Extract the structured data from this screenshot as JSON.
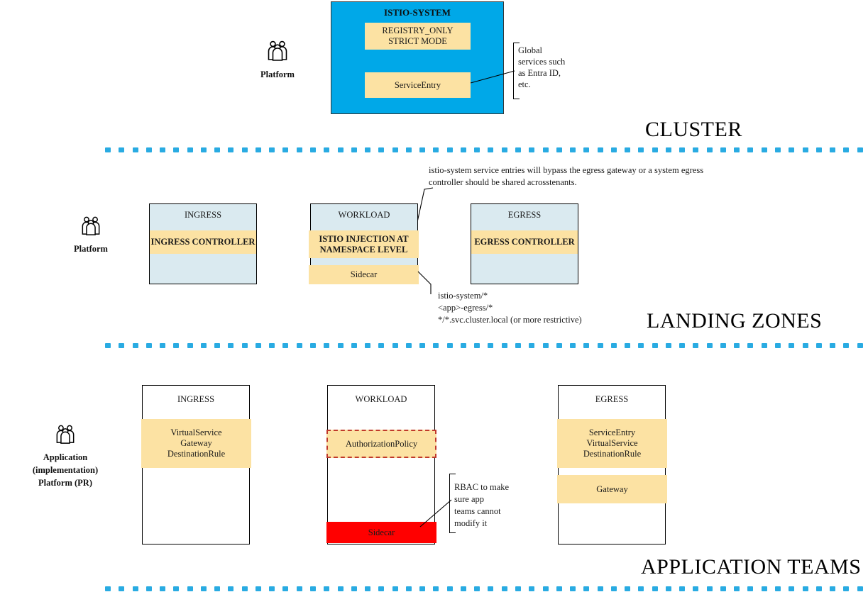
{
  "meta": {
    "diagram_title": "Istio multi-tenant landing zone architecture",
    "colors": {
      "istio_blue": "#00A8E8",
      "band_yellow": "#FCE2A3",
      "band_lightblue": "#DAEAF0",
      "sidecar_red": "#FF0000",
      "divider_blue": "#29ABE2",
      "dashed_border_red": "#C0392B"
    }
  },
  "zones": [
    {
      "id": "cluster",
      "title": "CLUSTER"
    },
    {
      "id": "landing_zones",
      "title": "LANDING ZONES"
    },
    {
      "id": "application_teams",
      "title": "APPLICATION TEAMS"
    }
  ],
  "actors": [
    {
      "id": "actor-cluster",
      "icon": "people-group-icon",
      "label": "Platform"
    },
    {
      "id": "actor-landing",
      "icon": "people-group-icon",
      "label": "Platform"
    },
    {
      "id": "actor-app",
      "icon": "people-group-icon",
      "label": "Application\n(implementation)\nPlatform (PR)"
    }
  ],
  "cluster": {
    "istio_system": {
      "header": "ISTIO-SYSTEM",
      "items": [
        {
          "id": "registry-only",
          "label": "REGISTRY_ONLY\nSTRICT MODE",
          "style": "yellow"
        },
        {
          "id": "service-entry",
          "label": "ServiceEntry",
          "style": "yellow"
        }
      ]
    },
    "callout_global_services": "Global\nservices such\nas Entra ID,\netc."
  },
  "landing_zones": {
    "note_top": "istio-system service entries will bypass the egress gateway or a system egress\ncontroller should be shared acrosstenants.",
    "note_bottom": "istio-system/*\n<app>-egress/*\n*/*.svc.cluster.local (or more restrictive)",
    "boxes": [
      {
        "id": "lz-ingress",
        "header": "INGRESS",
        "bands": [
          {
            "id": "ingress-controller",
            "label": "INGRESS CONTROLLER",
            "style": "yellow"
          }
        ]
      },
      {
        "id": "lz-workload",
        "header": "WORKLOAD",
        "bands": [
          {
            "id": "istio-injection",
            "label": "ISTIO INJECTION AT\nNAMESPACE LEVEL",
            "style": "yellow"
          },
          {
            "id": "sidecar",
            "label": "Sidecar",
            "style": "yellow"
          }
        ]
      },
      {
        "id": "lz-egress",
        "header": "EGRESS",
        "bands": [
          {
            "id": "egress-controller",
            "label": "EGRESS CONTROLLER",
            "style": "yellow"
          }
        ]
      }
    ]
  },
  "application_teams": {
    "note_rbac": "RBAC to make\nsure app\nteams cannot\nmodify it",
    "boxes": [
      {
        "id": "app-ingress",
        "header": "INGRESS",
        "bands": [
          {
            "id": "ingress-resources",
            "label": "VirtualService\nGateway\nDestinationRule",
            "style": "yellow"
          }
        ]
      },
      {
        "id": "app-workload",
        "header": "WORKLOAD",
        "bands": [
          {
            "id": "authorization-policy",
            "label": "AuthorizationPolicy",
            "style": "yellow-dashed"
          },
          {
            "id": "app-sidecar",
            "label": "Sidecar",
            "style": "red"
          }
        ]
      },
      {
        "id": "app-egress",
        "header": "EGRESS",
        "bands": [
          {
            "id": "egress-resources",
            "label": "ServiceEntry\nVirtualService\nDestinationRule",
            "style": "yellow"
          },
          {
            "id": "egress-gateway",
            "label": "Gateway",
            "style": "yellow"
          }
        ]
      }
    ]
  }
}
